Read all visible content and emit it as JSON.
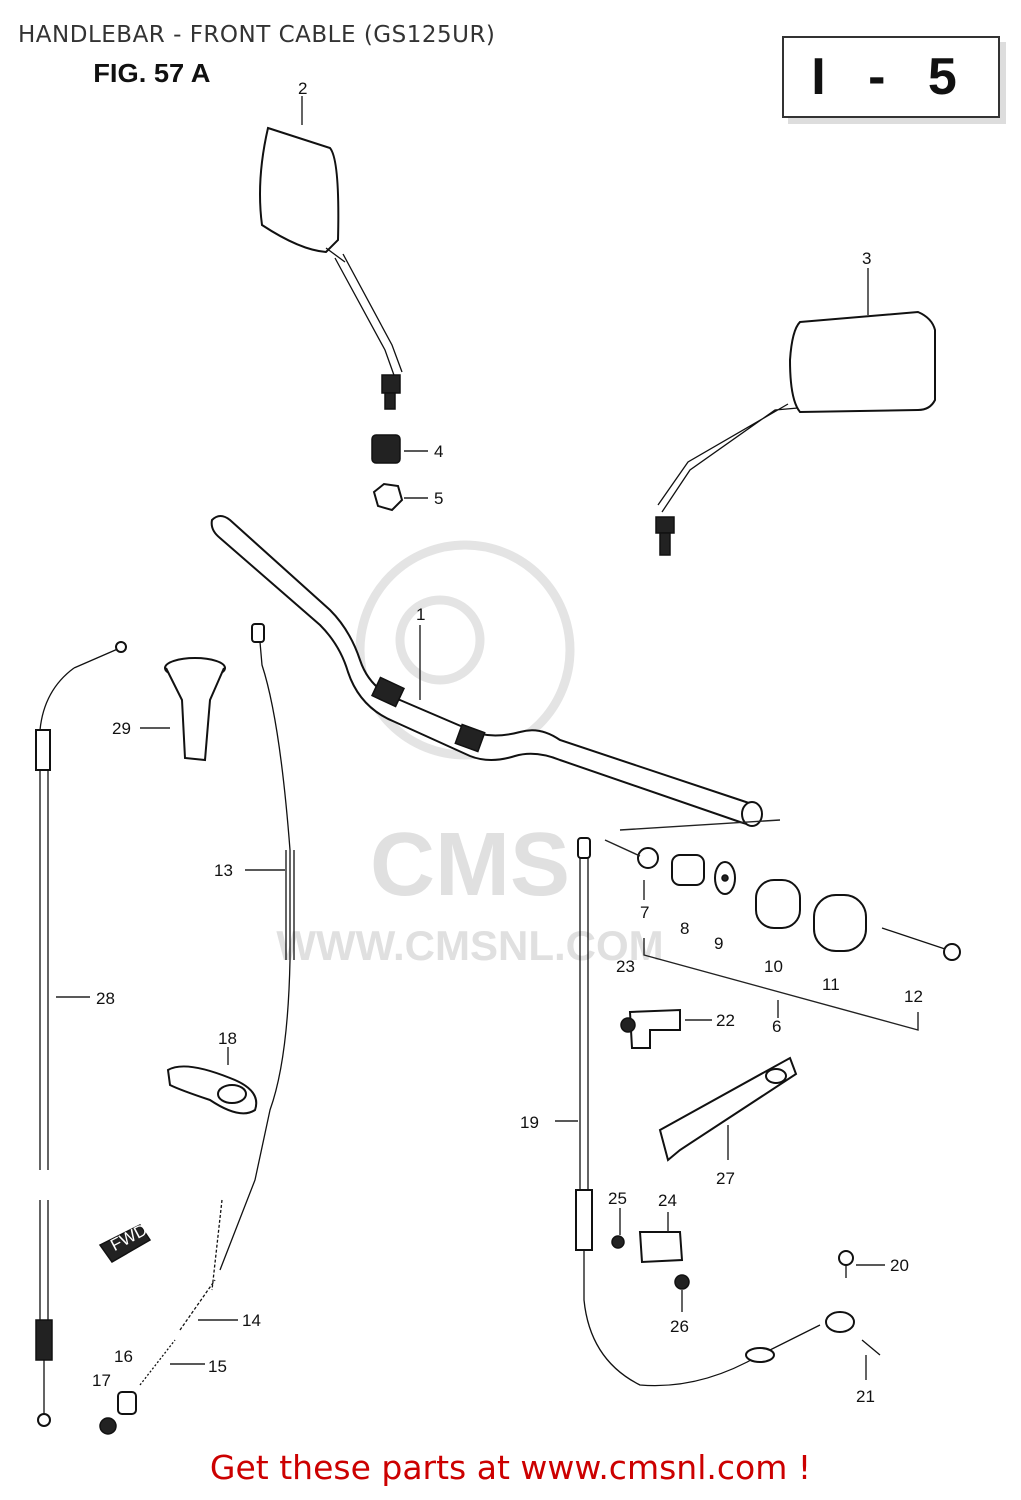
{
  "header": {
    "title": "HANDLEBAR - FRONT CABLE (GS125UR)"
  },
  "figure": {
    "label": "FIG. 57 A",
    "page_ref": "I - 5"
  },
  "watermark": {
    "brand": "CMS",
    "url": "WWW.CMSNL.COM"
  },
  "parts": [
    {
      "num": "1"
    },
    {
      "num": "2"
    },
    {
      "num": "3"
    },
    {
      "num": "4"
    },
    {
      "num": "5"
    },
    {
      "num": "6"
    },
    {
      "num": "7"
    },
    {
      "num": "8"
    },
    {
      "num": "9"
    },
    {
      "num": "10"
    },
    {
      "num": "11"
    },
    {
      "num": "12"
    },
    {
      "num": "13"
    },
    {
      "num": "14"
    },
    {
      "num": "15"
    },
    {
      "num": "16"
    },
    {
      "num": "17"
    },
    {
      "num": "18"
    },
    {
      "num": "19"
    },
    {
      "num": "20"
    },
    {
      "num": "21"
    },
    {
      "num": "22"
    },
    {
      "num": "23"
    },
    {
      "num": "24"
    },
    {
      "num": "25"
    },
    {
      "num": "26"
    },
    {
      "num": "27"
    },
    {
      "num": "28"
    },
    {
      "num": "29"
    }
  ],
  "arrow_label": "FWD",
  "footer": {
    "cta": "Get these parts at www.cmsnl.com !"
  },
  "colors": {
    "cta": "#cc0000",
    "ink": "#111111",
    "watermark": "#e0e0e0"
  }
}
